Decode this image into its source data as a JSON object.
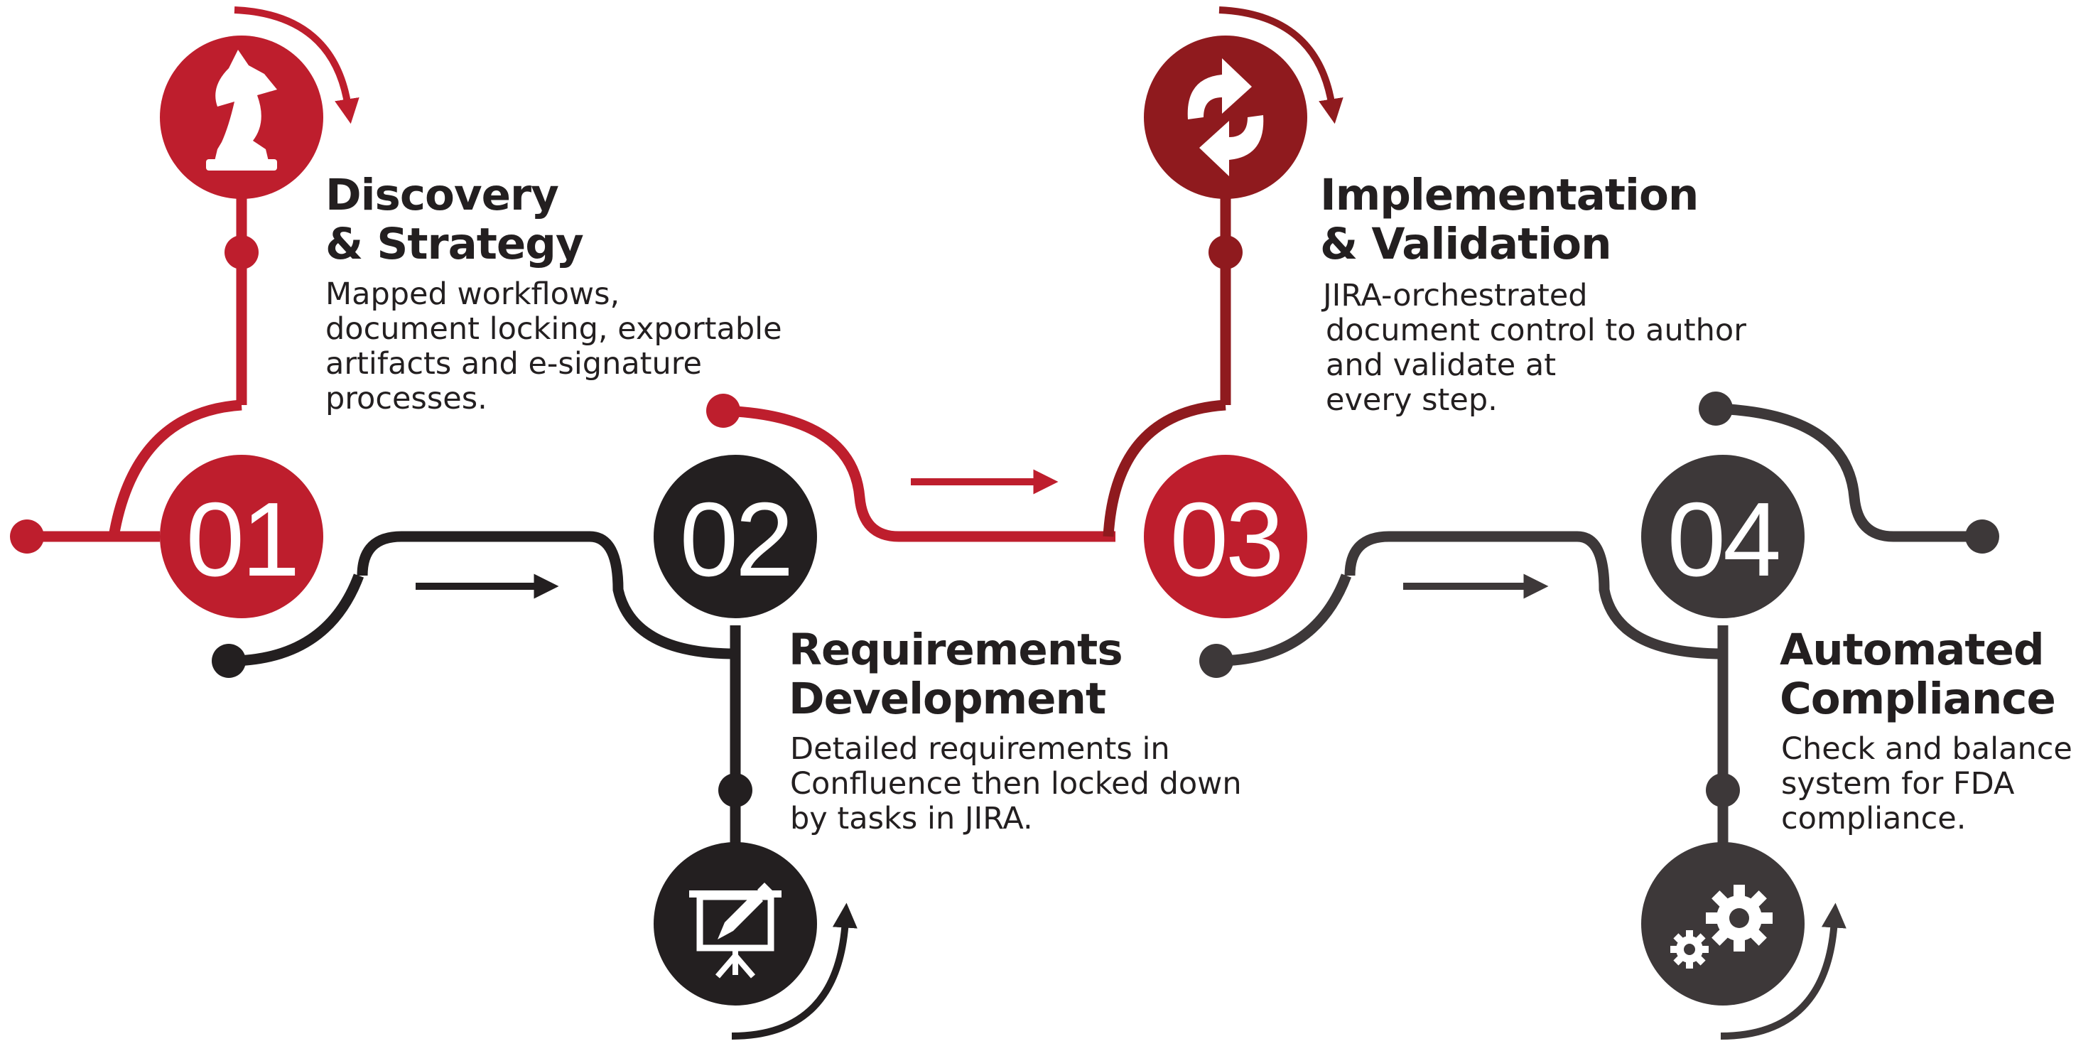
{
  "colors": {
    "red": "#be1e2d",
    "dark_red": "#8f1a1e",
    "black": "#231f20",
    "charcoal": "#3d3839"
  },
  "steps": [
    {
      "number": "01",
      "title_lines": [
        "Discovery",
        "& Strategy"
      ],
      "desc_lines": [
        "Mapped workflows,",
        "document locking, exportable",
        "artifacts and e-signature",
        "processes."
      ],
      "icon": "chess-knight-icon"
    },
    {
      "number": "02",
      "title_lines": [
        "Requirements",
        "Development"
      ],
      "desc_lines": [
        "Detailed requirements in",
        "Confluence then locked down",
        "by tasks in JIRA."
      ],
      "icon": "presentation-board-icon"
    },
    {
      "number": "03",
      "title_lines": [
        "Implementation",
        "& Validation"
      ],
      "desc_lines": [
        "JIRA-orchestrated",
        "document control to author",
        "and validate at",
        "every step."
      ],
      "icon": "refresh-arrows-icon"
    },
    {
      "number": "04",
      "title_lines": [
        "Automated",
        "Compliance"
      ],
      "desc_lines": [
        "Check and balance",
        "system for FDA",
        "compliance."
      ],
      "icon": "gears-icon"
    }
  ]
}
